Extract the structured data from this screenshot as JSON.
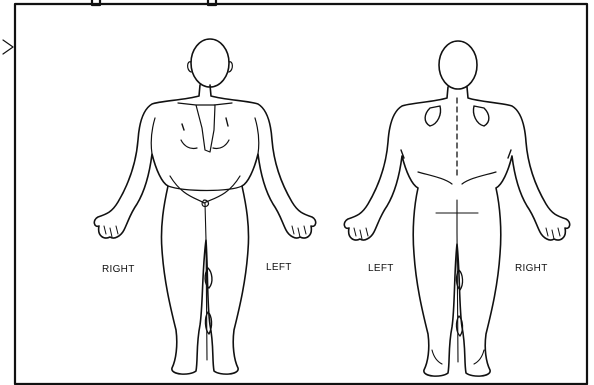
{
  "labels": {
    "front_right": "RIGHT",
    "front_left": "LEFT",
    "back_left": "LEFT",
    "back_right": "RIGHT"
  },
  "colors": {
    "line": "#111111",
    "background": "#ffffff"
  }
}
